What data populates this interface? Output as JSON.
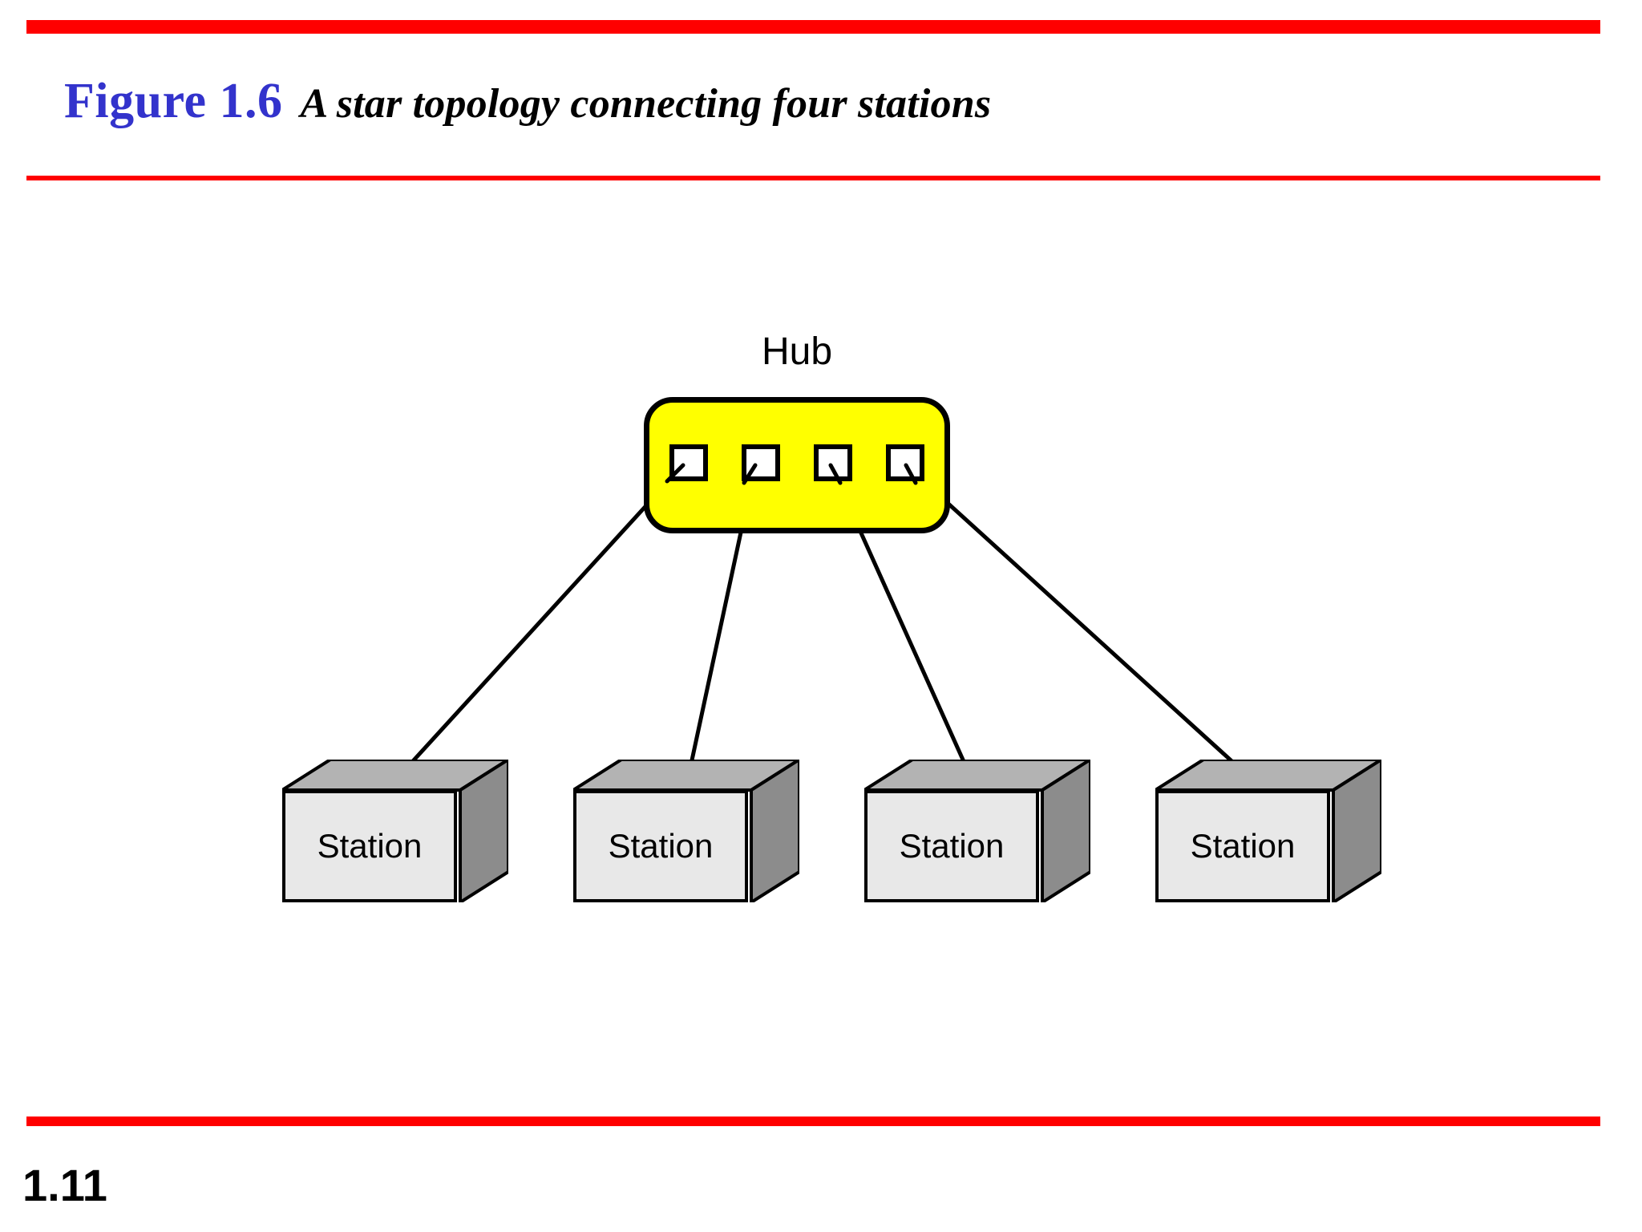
{
  "slide": {
    "page_number": "1.11",
    "background_color": "#ffffff",
    "rule_color": "#ff0000"
  },
  "header": {
    "figure_label": "Figure 1.6",
    "caption": "A star topology connecting four stations",
    "figure_label_color": "#3333cc",
    "caption_color": "#000000"
  },
  "diagram": {
    "type": "network-topology",
    "topology": "star",
    "hub": {
      "label": "Hub",
      "fill_color": "#ffff00",
      "stroke_color": "#000000",
      "port_count": 4,
      "port_fill_color": "#ffffff",
      "ports": [
        {
          "index": 1
        },
        {
          "index": 2
        },
        {
          "index": 3
        },
        {
          "index": 4
        }
      ]
    },
    "stations": [
      {
        "label": "Station",
        "front_color": "#e8e8e8",
        "top_color": "#b3b3b3",
        "side_color": "#8c8c8c"
      },
      {
        "label": "Station",
        "front_color": "#e8e8e8",
        "top_color": "#b3b3b3",
        "side_color": "#8c8c8c"
      },
      {
        "label": "Station",
        "front_color": "#e8e8e8",
        "top_color": "#b3b3b3",
        "side_color": "#8c8c8c"
      },
      {
        "label": "Station",
        "front_color": "#e8e8e8",
        "top_color": "#b3b3b3",
        "side_color": "#8c8c8c"
      }
    ],
    "links": [
      {
        "from": "hub-port-1",
        "to": "station-1"
      },
      {
        "from": "hub-port-2",
        "to": "station-2"
      },
      {
        "from": "hub-port-3",
        "to": "station-3"
      },
      {
        "from": "hub-port-4",
        "to": "station-4"
      }
    ],
    "link_color": "#000000"
  }
}
